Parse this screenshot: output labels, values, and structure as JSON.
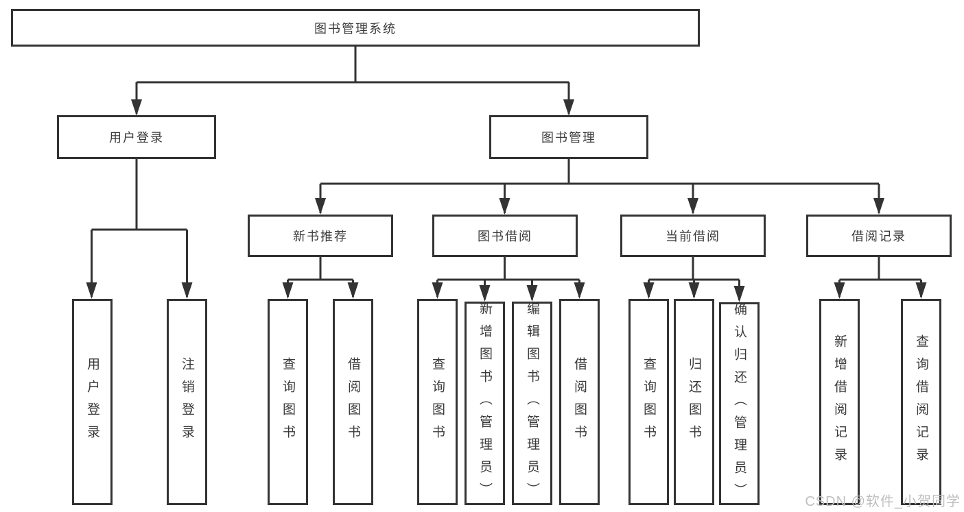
{
  "diagram": {
    "root": {
      "label": "图书管理系统"
    },
    "level1": {
      "user_login": {
        "label": "用户登录"
      },
      "book_mgmt": {
        "label": "图书管理"
      }
    },
    "level2": {
      "new_books": {
        "label": "新书推荐"
      },
      "borrow": {
        "label": "图书借阅"
      },
      "current": {
        "label": "当前借阅"
      },
      "records": {
        "label": "借阅记录"
      }
    },
    "leaves": {
      "user_login": [
        "用户登录",
        "注销登录"
      ],
      "new_books": [
        "查询图书",
        "借阅图书"
      ],
      "borrow": [
        "查询图书",
        "新增图书（管理员）",
        "编辑图书（管理员）",
        "借阅图书"
      ],
      "current": [
        "查询图书",
        "归还图书",
        "确认归还（管理员）"
      ],
      "records": [
        "新增借阅记录",
        "查询借阅记录"
      ]
    }
  },
  "watermark": "CSDN @软件_小贺同学",
  "colors": {
    "border": "#333333",
    "line": "#333333",
    "text": "#3a3a3a",
    "watermark": "#bfbfbf",
    "background": "#ffffff"
  }
}
